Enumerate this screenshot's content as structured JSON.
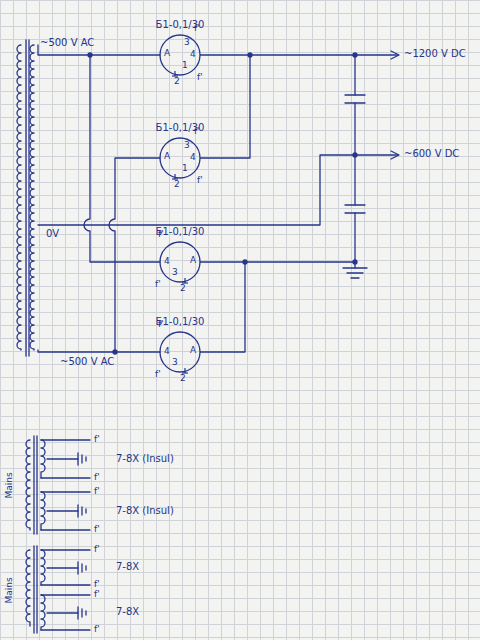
{
  "diagram": {
    "nodes": [
      {
        "text": [
          "Б1-0,1/30"
        ]
      },
      {
        "text": [
          "Б1-0,1/30"
        ]
      },
      {
        "text": [
          "Б1-0,1/30"
        ]
      },
      {
        "text": [
          "Б1-0,1/30"
        ]
      }
    ],
    "edges": [
      {
        "from": 0,
        "to": 1,
        "arrow": "none"
      },
      {
        "from": 2,
        "to": 3,
        "arrow": "none"
      }
    ],
    "labels": [
      "~500 V AC",
      "0V",
      "~500 V AC",
      "~1200 V DC",
      "~600 V DC",
      "A",
      "3",
      "f'",
      "4",
      "1",
      "f'",
      "2",
      "A",
      "3",
      "f'",
      "4",
      "1",
      "f'",
      "2",
      "f'",
      "4",
      "f'",
      "3",
      "2",
      "A",
      "f'",
      "4",
      "f'",
      "3",
      "2",
      "A",
      "Mains",
      "f'",
      "f'",
      "7-8X (Insul)",
      "f'",
      "f'",
      "7-8X (Insul)",
      "Mains",
      "f'",
      "f'",
      "7-8X",
      "f'",
      "f'",
      "7-8X"
    ]
  }
}
